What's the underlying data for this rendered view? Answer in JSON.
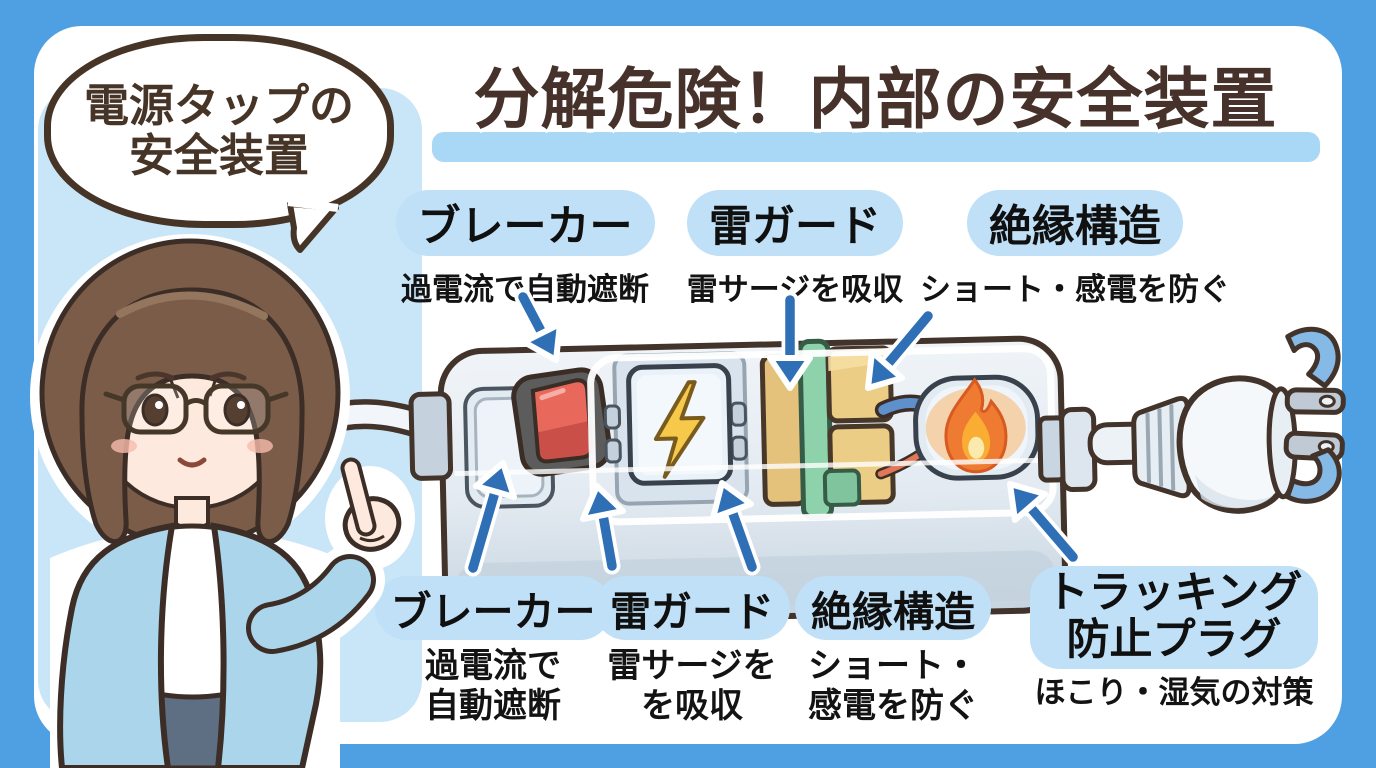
{
  "speech_bubble": {
    "line1": "電源タップの",
    "line2": "安全装置"
  },
  "title": {
    "text": "分解危険！内部の安全装置"
  },
  "top_labels": [
    {
      "name": "ブレーカー",
      "desc": "過電流で自動遮断"
    },
    {
      "name": "雷ガード",
      "desc": "雷サージを吸収"
    },
    {
      "name": "絶縁構造",
      "desc": "ショート・感電を防ぐ"
    }
  ],
  "bottom_labels": [
    {
      "name": "ブレーカー",
      "desc_line1": "過電流で",
      "desc_line2": "自動遮断"
    },
    {
      "name": "雷ガード",
      "desc_line1": "雷サージを",
      "desc_line2": "を吸収"
    },
    {
      "name": "絶縁構造",
      "desc_line1": "ショート・",
      "desc_line2": "感電を防ぐ"
    },
    {
      "name_line1": "トラッキング",
      "name_line2": "防止プラグ",
      "desc": "ほこり・湿気の対策"
    }
  ],
  "illustration": {
    "character": "woman-with-glasses-pointing",
    "diagram": "power-strip-internal-cutaway",
    "components": [
      "breaker-rocker-switch",
      "lightning-bolt-surge-absorber",
      "varistor-blocks-with-insulation",
      "flame-in-sealed-capsule",
      "two-prong-plug",
      "blue-insulating-caps"
    ]
  },
  "colors": {
    "background": "#4FA0E2",
    "panel": "#FFFFFF",
    "left_panel": "#C9E5F8",
    "pill": "#BFE0F7",
    "title_underline": "#A9D7F6",
    "arrow_blue": "#2E6FB6",
    "title_text": "#46322A",
    "label_text": "#101010",
    "switch_red": "#E8685C",
    "bolt_yellow": "#F6C94B",
    "varistor_tan": "#E5C27C",
    "insulation_green": "#8ED2AB",
    "flame_orange": "#EF7A31"
  }
}
